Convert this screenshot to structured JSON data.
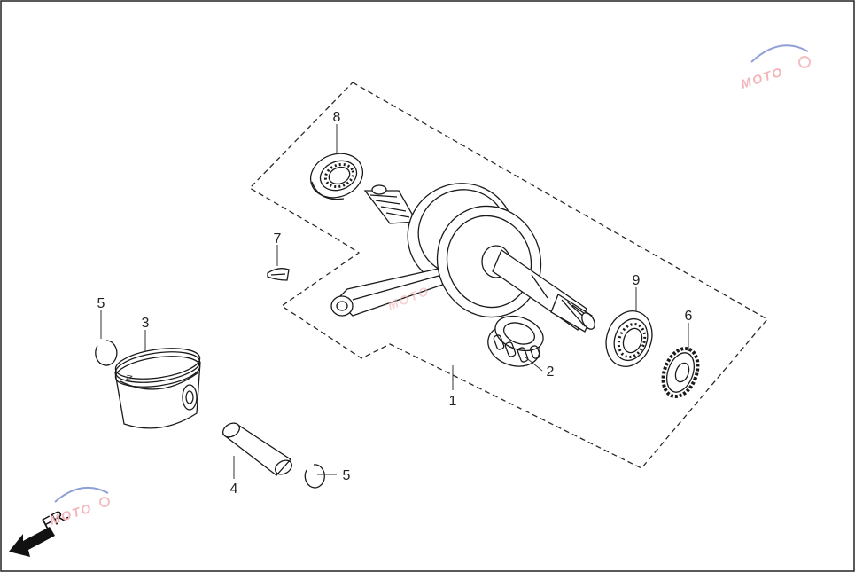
{
  "diagram": {
    "callouts": {
      "c1": "1",
      "c2": "2",
      "c3": "3",
      "c4": "4",
      "c5a": "5",
      "c5b": "5",
      "c6": "6",
      "c7": "7",
      "c8": "8",
      "c9": "9"
    },
    "direction_label": "FR.",
    "watermark_text": "MOTO",
    "icons": {
      "arrow": "front-arrow-icon",
      "watermark": "moto-watermark-icon"
    },
    "colors": {
      "line": "#1a1a1a",
      "watermark": "#f3b4b8",
      "watermark_accent": "#7a8fd0"
    }
  }
}
